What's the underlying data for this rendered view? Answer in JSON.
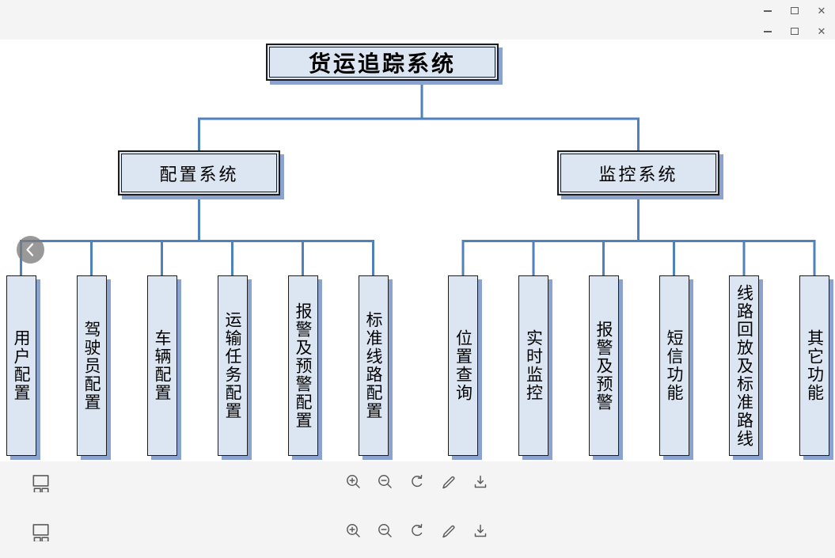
{
  "window": {
    "control_rows": [
      {
        "icons": [
          "minimize",
          "maximize",
          "close"
        ]
      },
      {
        "icons": [
          "minimize",
          "maximize",
          "close"
        ]
      }
    ]
  },
  "diagram": {
    "title": "货运追踪系统",
    "branches": [
      {
        "label": "配置系统",
        "children": [
          "用户配置",
          "驾驶员配置",
          "车辆配置",
          "运输任务配置",
          "报警及预警配置",
          "标准线路配置"
        ]
      },
      {
        "label": "监控系统",
        "children": [
          "位置查询",
          "实时监控",
          "报警及预警",
          "短信功能",
          "线路回放及标准路线",
          "其它功能"
        ]
      }
    ],
    "colors": {
      "node_fill": "#dce6f2",
      "node_border": "#1c1c1c",
      "shadow_blue": "#8ca3cf",
      "connector_blue": "#4f81bd"
    }
  },
  "collapse_button": {
    "icon": "chevron-left"
  },
  "toolbars": [
    {
      "thumbnail_icon": "diagram-thumbnail",
      "actions": [
        "zoom-in",
        "zoom-out",
        "refresh",
        "edit",
        "download"
      ]
    },
    {
      "thumbnail_icon": "diagram-thumbnail",
      "actions": [
        "zoom-in",
        "zoom-out",
        "refresh",
        "edit",
        "download"
      ]
    }
  ]
}
